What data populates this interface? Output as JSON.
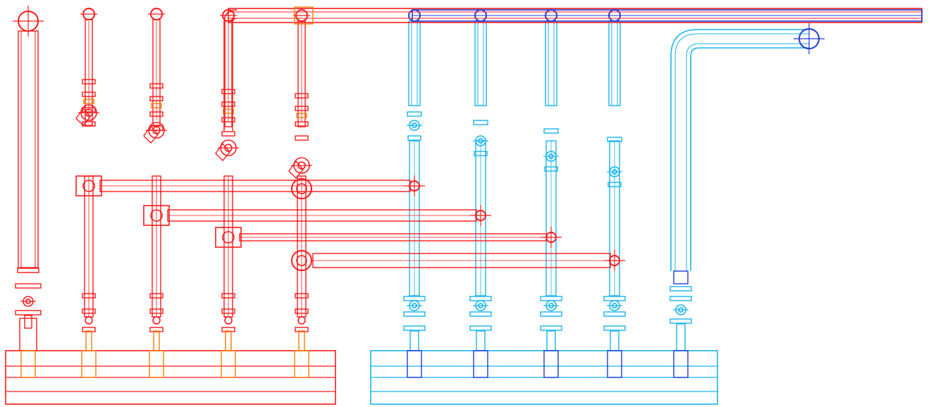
{
  "diagram": {
    "type": "piping-isometric-elevation",
    "colors": {
      "background": "#ffffff",
      "supply_pipe": "#ff1a1a",
      "supply_fitting": "#ff7a00",
      "supply_marker": "#ffd000",
      "return_pipe": "#18b4f0",
      "return_dark": "#1f3bd6",
      "header_line": "#cc0000"
    },
    "supply_risers": [
      {
        "id": "r1",
        "has_valve_top": false,
        "has_side_valve": false
      },
      {
        "id": "r2",
        "has_valve_top": true,
        "has_side_valve": true
      },
      {
        "id": "r3",
        "has_valve_top": true,
        "has_side_valve": true
      },
      {
        "id": "r4",
        "has_valve_top": true,
        "has_side_valve": true
      },
      {
        "id": "r5",
        "has_valve_top": true,
        "has_side_valve": true
      }
    ],
    "return_risers": [
      {
        "id": "b1"
      },
      {
        "id": "b2"
      },
      {
        "id": "b3"
      },
      {
        "id": "b4"
      },
      {
        "id": "b5",
        "elbow": true
      }
    ],
    "cross_connections": 4,
    "manifolds": [
      "supply-manifold",
      "return-manifold"
    ]
  }
}
